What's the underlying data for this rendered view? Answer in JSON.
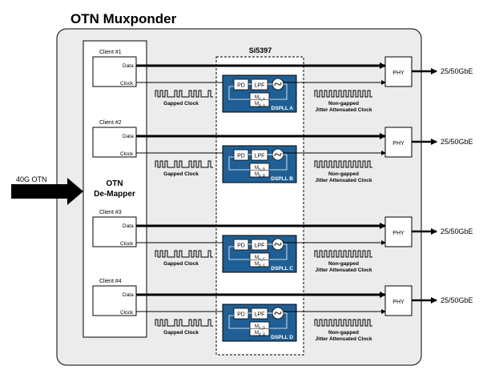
{
  "title": "OTN Muxponder",
  "input_label": "40G OTN",
  "demapper": {
    "line1": "OTN",
    "line2": "De-Mapper"
  },
  "chip_label": "Si5397",
  "signal_labels": {
    "data": "Data",
    "clock": "Clock",
    "pd": "PD",
    "lpf": "LPF",
    "phy": "PHY",
    "output": "25/50GbE"
  },
  "gapped_label": "Gapped Clock",
  "nongapped_label": {
    "line1": "Non-gapped",
    "line2": "Jitter Attenuated Clock"
  },
  "channels": [
    {
      "client": "Client #1",
      "dspll": "DSPLL A",
      "m_top": "M",
      "m_top_sub": "n_A",
      "m_bot": "M",
      "m_bot_sub": "d_A"
    },
    {
      "client": "Client #2",
      "dspll": "DSPLL B",
      "m_top": "M",
      "m_top_sub": "n_B",
      "m_bot": "M",
      "m_bot_sub": "d_B"
    },
    {
      "client": "Client #3",
      "dspll": "DSPLL C",
      "m_top": "M",
      "m_top_sub": "n_C",
      "m_bot": "M",
      "m_bot_sub": "d_C"
    },
    {
      "client": "Client #4",
      "dspll": "DSPLL D",
      "m_top": "M",
      "m_top_sub": "n_D",
      "m_bot": "M",
      "m_bot_sub": "d_D"
    }
  ],
  "colors": {
    "dspll_fill": "#1f5f95",
    "panel_fill": "#ececec",
    "line": "#000000"
  }
}
